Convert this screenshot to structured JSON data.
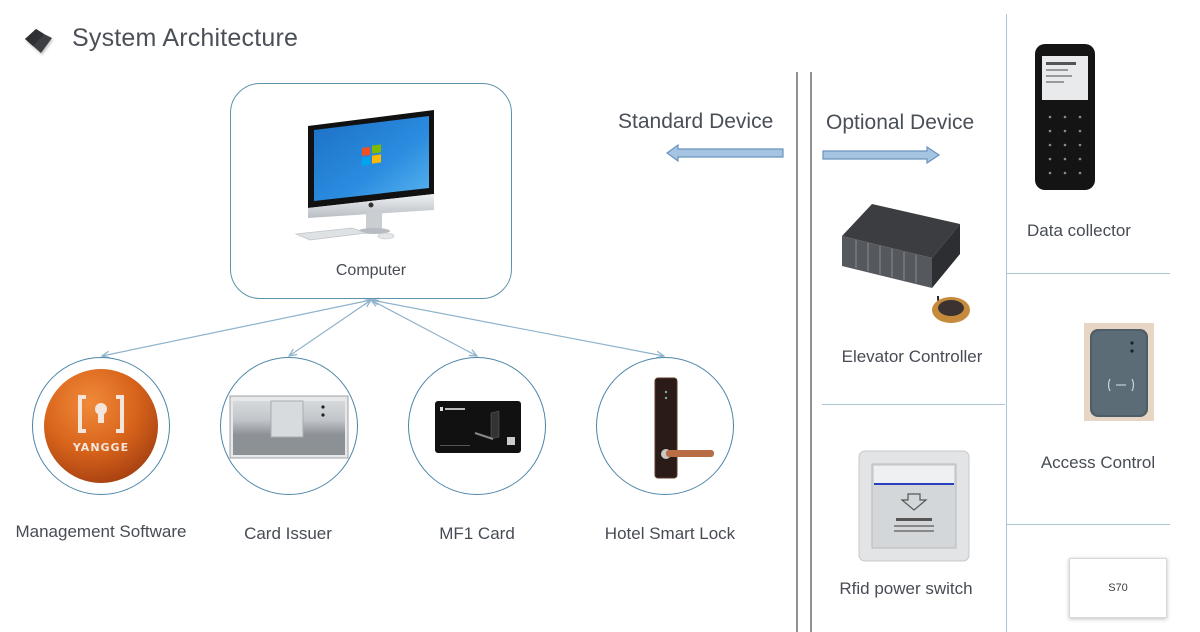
{
  "header": {
    "title": "System Architecture",
    "icon": "diamond-logo-icon"
  },
  "colors": {
    "connector": "#8fb3cc",
    "box_border": "#5f93ab",
    "circle_border": "#4e86a8",
    "arrow_fill": "#a4c4e2",
    "arrow_stroke": "#6a94bf",
    "divider": "#8e9296",
    "brand_orange": "#d8641b"
  },
  "center_node": {
    "label": "Computer",
    "icon": "desktop-computer-icon"
  },
  "standard_devices": [
    {
      "label": "Management Software",
      "icon": "yangge-logo-icon",
      "logo_text": "YANGGE"
    },
    {
      "label": "Card Issuer",
      "icon": "card-encoder-icon"
    },
    {
      "label": "MF1 Card",
      "icon": "rfid-card-icon"
    },
    {
      "label": "Hotel Smart Lock",
      "icon": "door-lock-icon"
    }
  ],
  "sections": {
    "standard": {
      "label": "Standard Device",
      "arrow": "arrow-left-icon"
    },
    "optional": {
      "label": "Optional Device",
      "arrow": "arrow-right-icon"
    }
  },
  "optional_devices": [
    {
      "label": "Elevator Controller",
      "icon": "elevator-controller-icon"
    },
    {
      "label": "Rfid power switch",
      "icon": "power-switch-icon"
    },
    {
      "label": "Data collector",
      "icon": "handheld-collector-icon"
    },
    {
      "label": "Access Control",
      "icon": "card-reader-icon"
    },
    {
      "label": "S70",
      "icon": "s70-card-icon"
    }
  ]
}
